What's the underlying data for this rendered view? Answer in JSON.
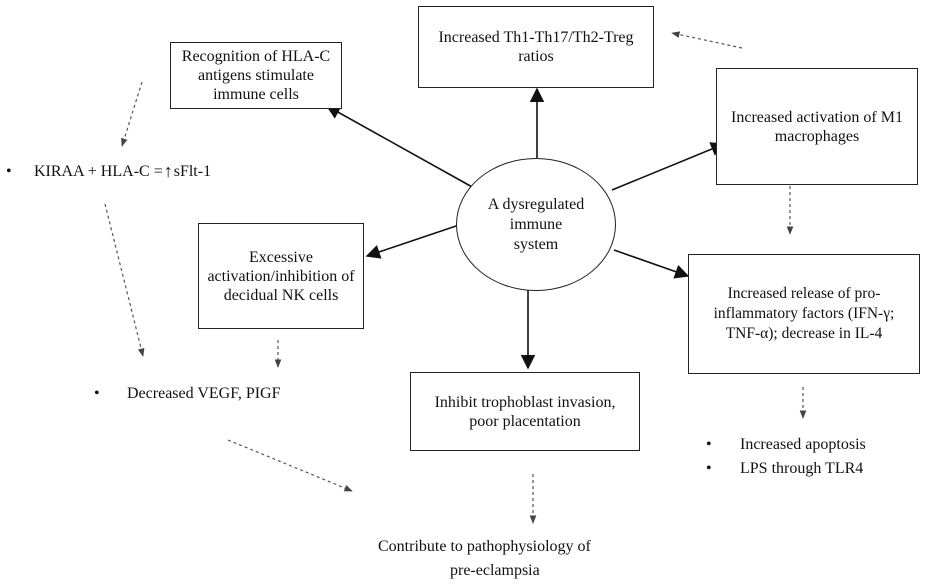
{
  "centre": {
    "label": "A dysregulated immune system"
  },
  "boxes": {
    "hla_c": "Recognition of HLA-C antigens stimulate immune cells",
    "th_ratio": "Increased Th1-Th17/Th2-Treg ratios",
    "m1": "Increased activation of M1 macrophages",
    "pro_inflammatory": "Increased release of pro-inflammatory factors (IFN-γ; TNF-α); decrease in IL-4",
    "nk": "Excessive activation/inhibition of decidual NK cells",
    "trophoblast": "Inhibit trophoblast invasion, poor placentation"
  },
  "notes": {
    "kiraa_left": "KIRAA + HLA-C =",
    "kiraa_arrow": "↑",
    "kiraa_right": "sFlt-1",
    "vegf": "Decreased VEGF, PIGF",
    "apoptosis": "Increased apoptosis",
    "lps": "LPS through TLR4",
    "outcome_line1": "Contribute to pathophysiology of",
    "outcome_line2": "pre-eclampsia"
  },
  "bullet_symbol": "•"
}
